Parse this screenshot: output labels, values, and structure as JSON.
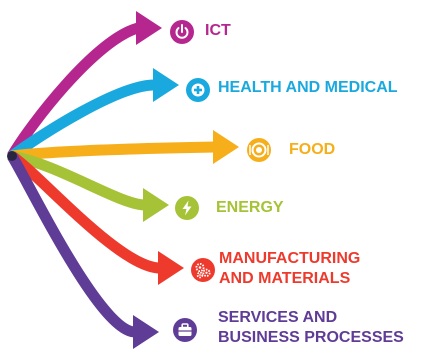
{
  "sectors": [
    {
      "id": "ict",
      "lines": [
        "ICT"
      ],
      "color": "#b5268f",
      "icon": "power-icon"
    },
    {
      "id": "health",
      "lines": [
        "HEALTH AND MEDICAL"
      ],
      "color": "#1aa9de",
      "icon": "medical-cross-icon"
    },
    {
      "id": "food",
      "lines": [
        "FOOD"
      ],
      "color": "#f7ae1b",
      "icon": "plate-icon"
    },
    {
      "id": "energy",
      "lines": [
        "ENERGY"
      ],
      "color": "#a6c337",
      "icon": "lightning-icon"
    },
    {
      "id": "manufacturing",
      "lines": [
        "MANUFACTURING",
        "AND MATERIALS"
      ],
      "color": "#ee3a2d",
      "icon": "gears-icon"
    },
    {
      "id": "services",
      "lines": [
        "SERVICES AND",
        "BUSINESS PROCESSES"
      ],
      "color": "#5f3c96",
      "icon": "briefcase-icon"
    }
  ]
}
